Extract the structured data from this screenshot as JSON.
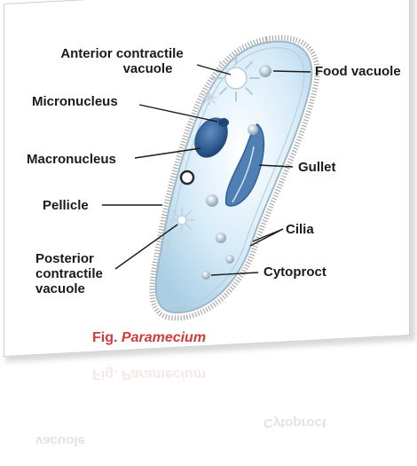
{
  "labels": {
    "anterior_line1": "Anterior contractile",
    "anterior_line2": "vacuole",
    "food_vacuole": "Food vacuole",
    "micronucleus": "Micronucleus",
    "macronucleus": "Macronucleus",
    "gullet": "Gullet",
    "pellicle": "Pellicle",
    "cilia": "Cilia",
    "posterior_line1": "Posterior",
    "posterior_line2": "contractile",
    "posterior_line3": "vacuole",
    "cytoproct": "Cytoproct"
  },
  "caption": {
    "prefix": "Fig. ",
    "name": "Paramecium"
  },
  "colors": {
    "cell_fill": "#cfe6f5",
    "cell_edge": "#9fb8c8",
    "nucleus": "#2e5f96",
    "caption": "#d23b3b"
  }
}
